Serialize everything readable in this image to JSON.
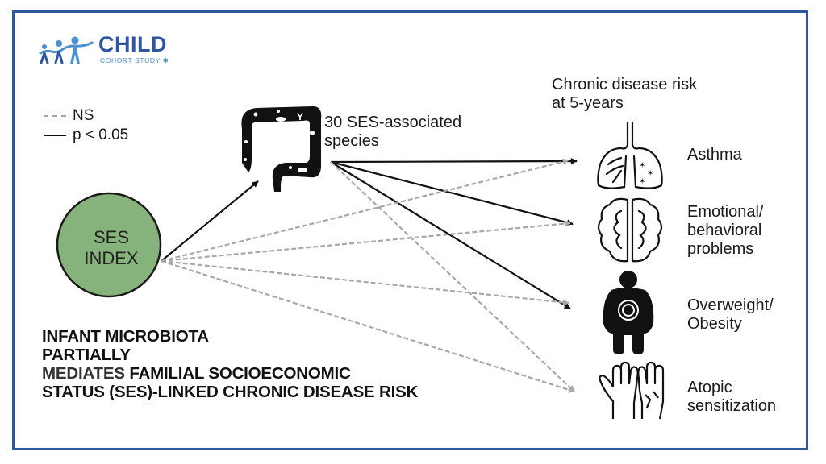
{
  "logo": {
    "title": "CHILD",
    "subtitle": "COHORT STUDY",
    "icon": "people-holding-hands-icon",
    "maple_icon": "maple-leaf-icon",
    "colors": {
      "dark": "#2f56a0",
      "light": "#4a8fd0"
    }
  },
  "legend": {
    "items": [
      {
        "style": "dashed",
        "label": "NS"
      },
      {
        "style": "solid",
        "label": "p < 0.05"
      }
    ]
  },
  "nodes": {
    "ses": {
      "line1": "SES",
      "line2": "INDEX",
      "fill": "#86b27b"
    },
    "microbiota": {
      "line1": "30 SES-associated",
      "line2": "species",
      "icon": "intestine-microbes-icon"
    },
    "outcomes_header": {
      "line1": "Chronic disease risk",
      "line2": "at 5-years"
    },
    "outcomes": [
      {
        "id": "asthma",
        "lines": [
          "Asthma"
        ],
        "icon": "lungs-icon"
      },
      {
        "id": "emotional",
        "lines": [
          "Emotional/",
          "behavioral",
          "problems"
        ],
        "icon": "brain-icon"
      },
      {
        "id": "overweight",
        "lines": [
          "Overweight/",
          "Obesity"
        ],
        "icon": "overweight-person-icon"
      },
      {
        "id": "atopic",
        "lines": [
          "Atopic",
          "sensitization"
        ],
        "icon": "hands-rash-icon"
      }
    ]
  },
  "edges": [
    {
      "from": "ses",
      "to": "microbiota",
      "significant": true
    },
    {
      "from": "microbiota",
      "to": "asthma",
      "significant": true
    },
    {
      "from": "microbiota",
      "to": "emotional",
      "significant": true
    },
    {
      "from": "microbiota",
      "to": "overweight",
      "significant": true
    },
    {
      "from": "microbiota",
      "to": "atopic",
      "significant": false
    },
    {
      "from": "ses",
      "to": "asthma",
      "significant": false
    },
    {
      "from": "ses",
      "to": "emotional",
      "significant": false
    },
    {
      "from": "ses",
      "to": "overweight",
      "significant": false
    },
    {
      "from": "ses",
      "to": "atopic",
      "significant": false
    }
  ],
  "headline": {
    "line1": "INFANT MICROBIOTA",
    "line2": "PARTIALLY",
    "line3a": "MEDIATES ",
    "line3b": "FAMILIAL SOCIOECONOMIC",
    "line4": "STATUS (SES)-LINKED CHRONIC DISEASE RISK"
  },
  "colors": {
    "frame": "#2f56a0",
    "solid_edge": "#111111",
    "dashed_edge": "#a8a8a8"
  }
}
